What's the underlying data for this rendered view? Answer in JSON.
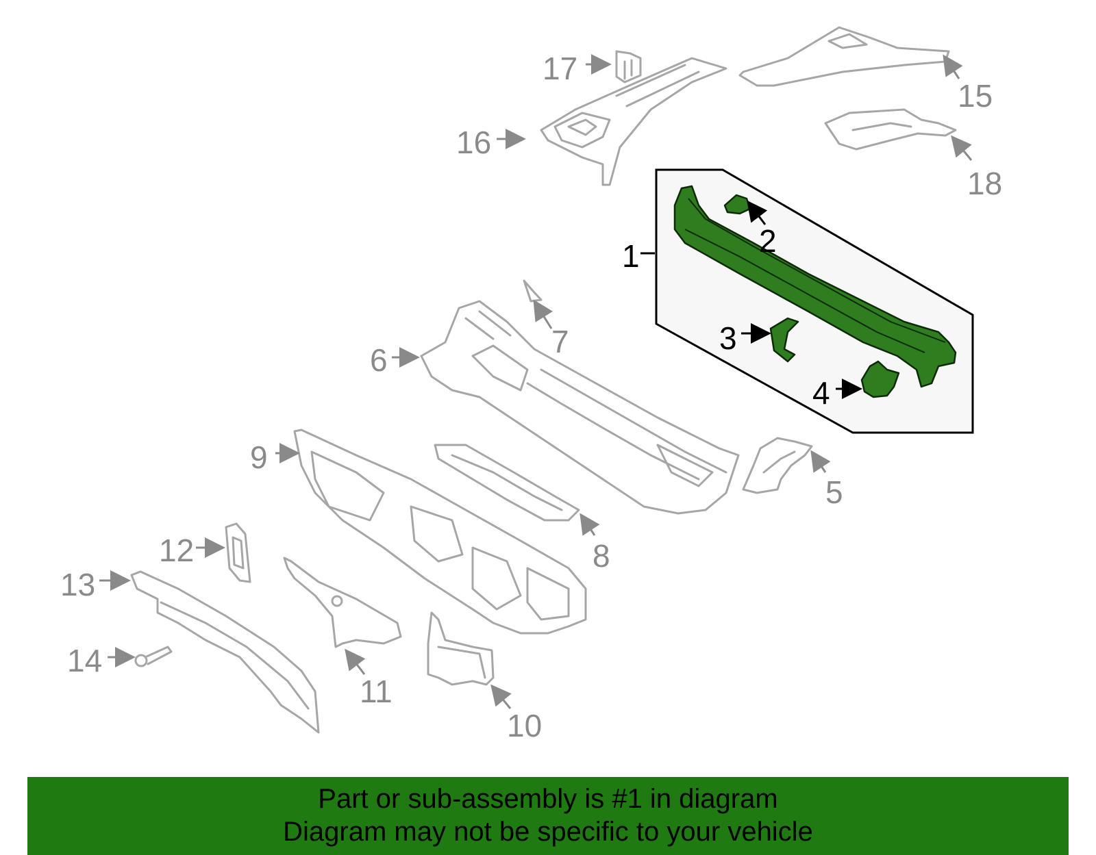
{
  "callouts": {
    "c1": "1",
    "c2": "2",
    "c3": "3",
    "c4": "4",
    "c5": "5",
    "c6": "6",
    "c7": "7",
    "c8": "8",
    "c9": "9",
    "c10": "10",
    "c11": "11",
    "c12": "12",
    "c13": "13",
    "c14": "14",
    "c15": "15",
    "c16": "16",
    "c17": "17",
    "c18": "18"
  },
  "highlight": {
    "part": "1",
    "color": "#2e7d1f",
    "border_color": "#000000"
  },
  "banner": {
    "line1": "Part or sub-assembly is #1 in diagram",
    "line2": "Diagram may not be specific to your vehicle",
    "background": "#1f7a12"
  }
}
